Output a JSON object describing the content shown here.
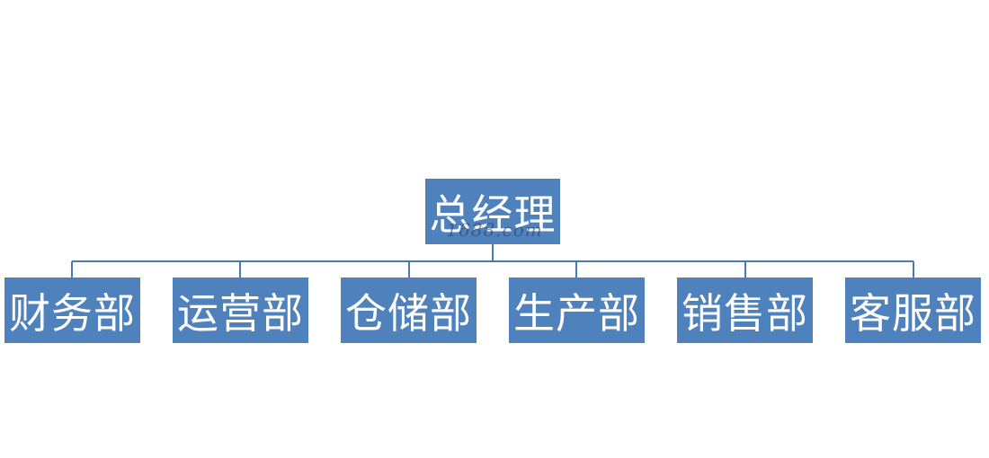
{
  "colors": {
    "node_fill": "#4f81bd",
    "connector": "#4a7ab5",
    "text": "#ffffff"
  },
  "org": {
    "root": {
      "label": "总经理"
    },
    "children": [
      {
        "label": "财务部"
      },
      {
        "label": "运营部"
      },
      {
        "label": "仓储部"
      },
      {
        "label": "生产部"
      },
      {
        "label": "销售部"
      },
      {
        "label": "客服部"
      }
    ]
  },
  "watermark": {
    "text": "1688.com"
  }
}
